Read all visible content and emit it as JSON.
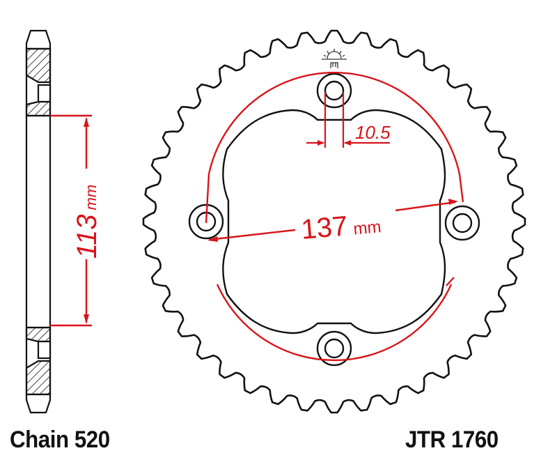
{
  "diagram": {
    "type": "rear sprocket technical drawing",
    "part_number": "JTR 1760",
    "chain_label": "Chain 520",
    "teeth_count_drawn": 40,
    "colors": {
      "outline": "#111111",
      "dimension": "#d7141a",
      "background": "#ffffff"
    },
    "dimensions": {
      "center_bore": {
        "value": "113",
        "unit": "mm",
        "label": "113 mm"
      },
      "pcd": {
        "value": "137",
        "unit": "mm",
        "label": "137 mm"
      },
      "bolt_hole": {
        "value": "10.5",
        "unit": "",
        "label": "10.5"
      }
    },
    "bolt_holes": 4,
    "views": [
      "side-section",
      "front"
    ],
    "symbols": [
      "sun-light-icon"
    ]
  }
}
